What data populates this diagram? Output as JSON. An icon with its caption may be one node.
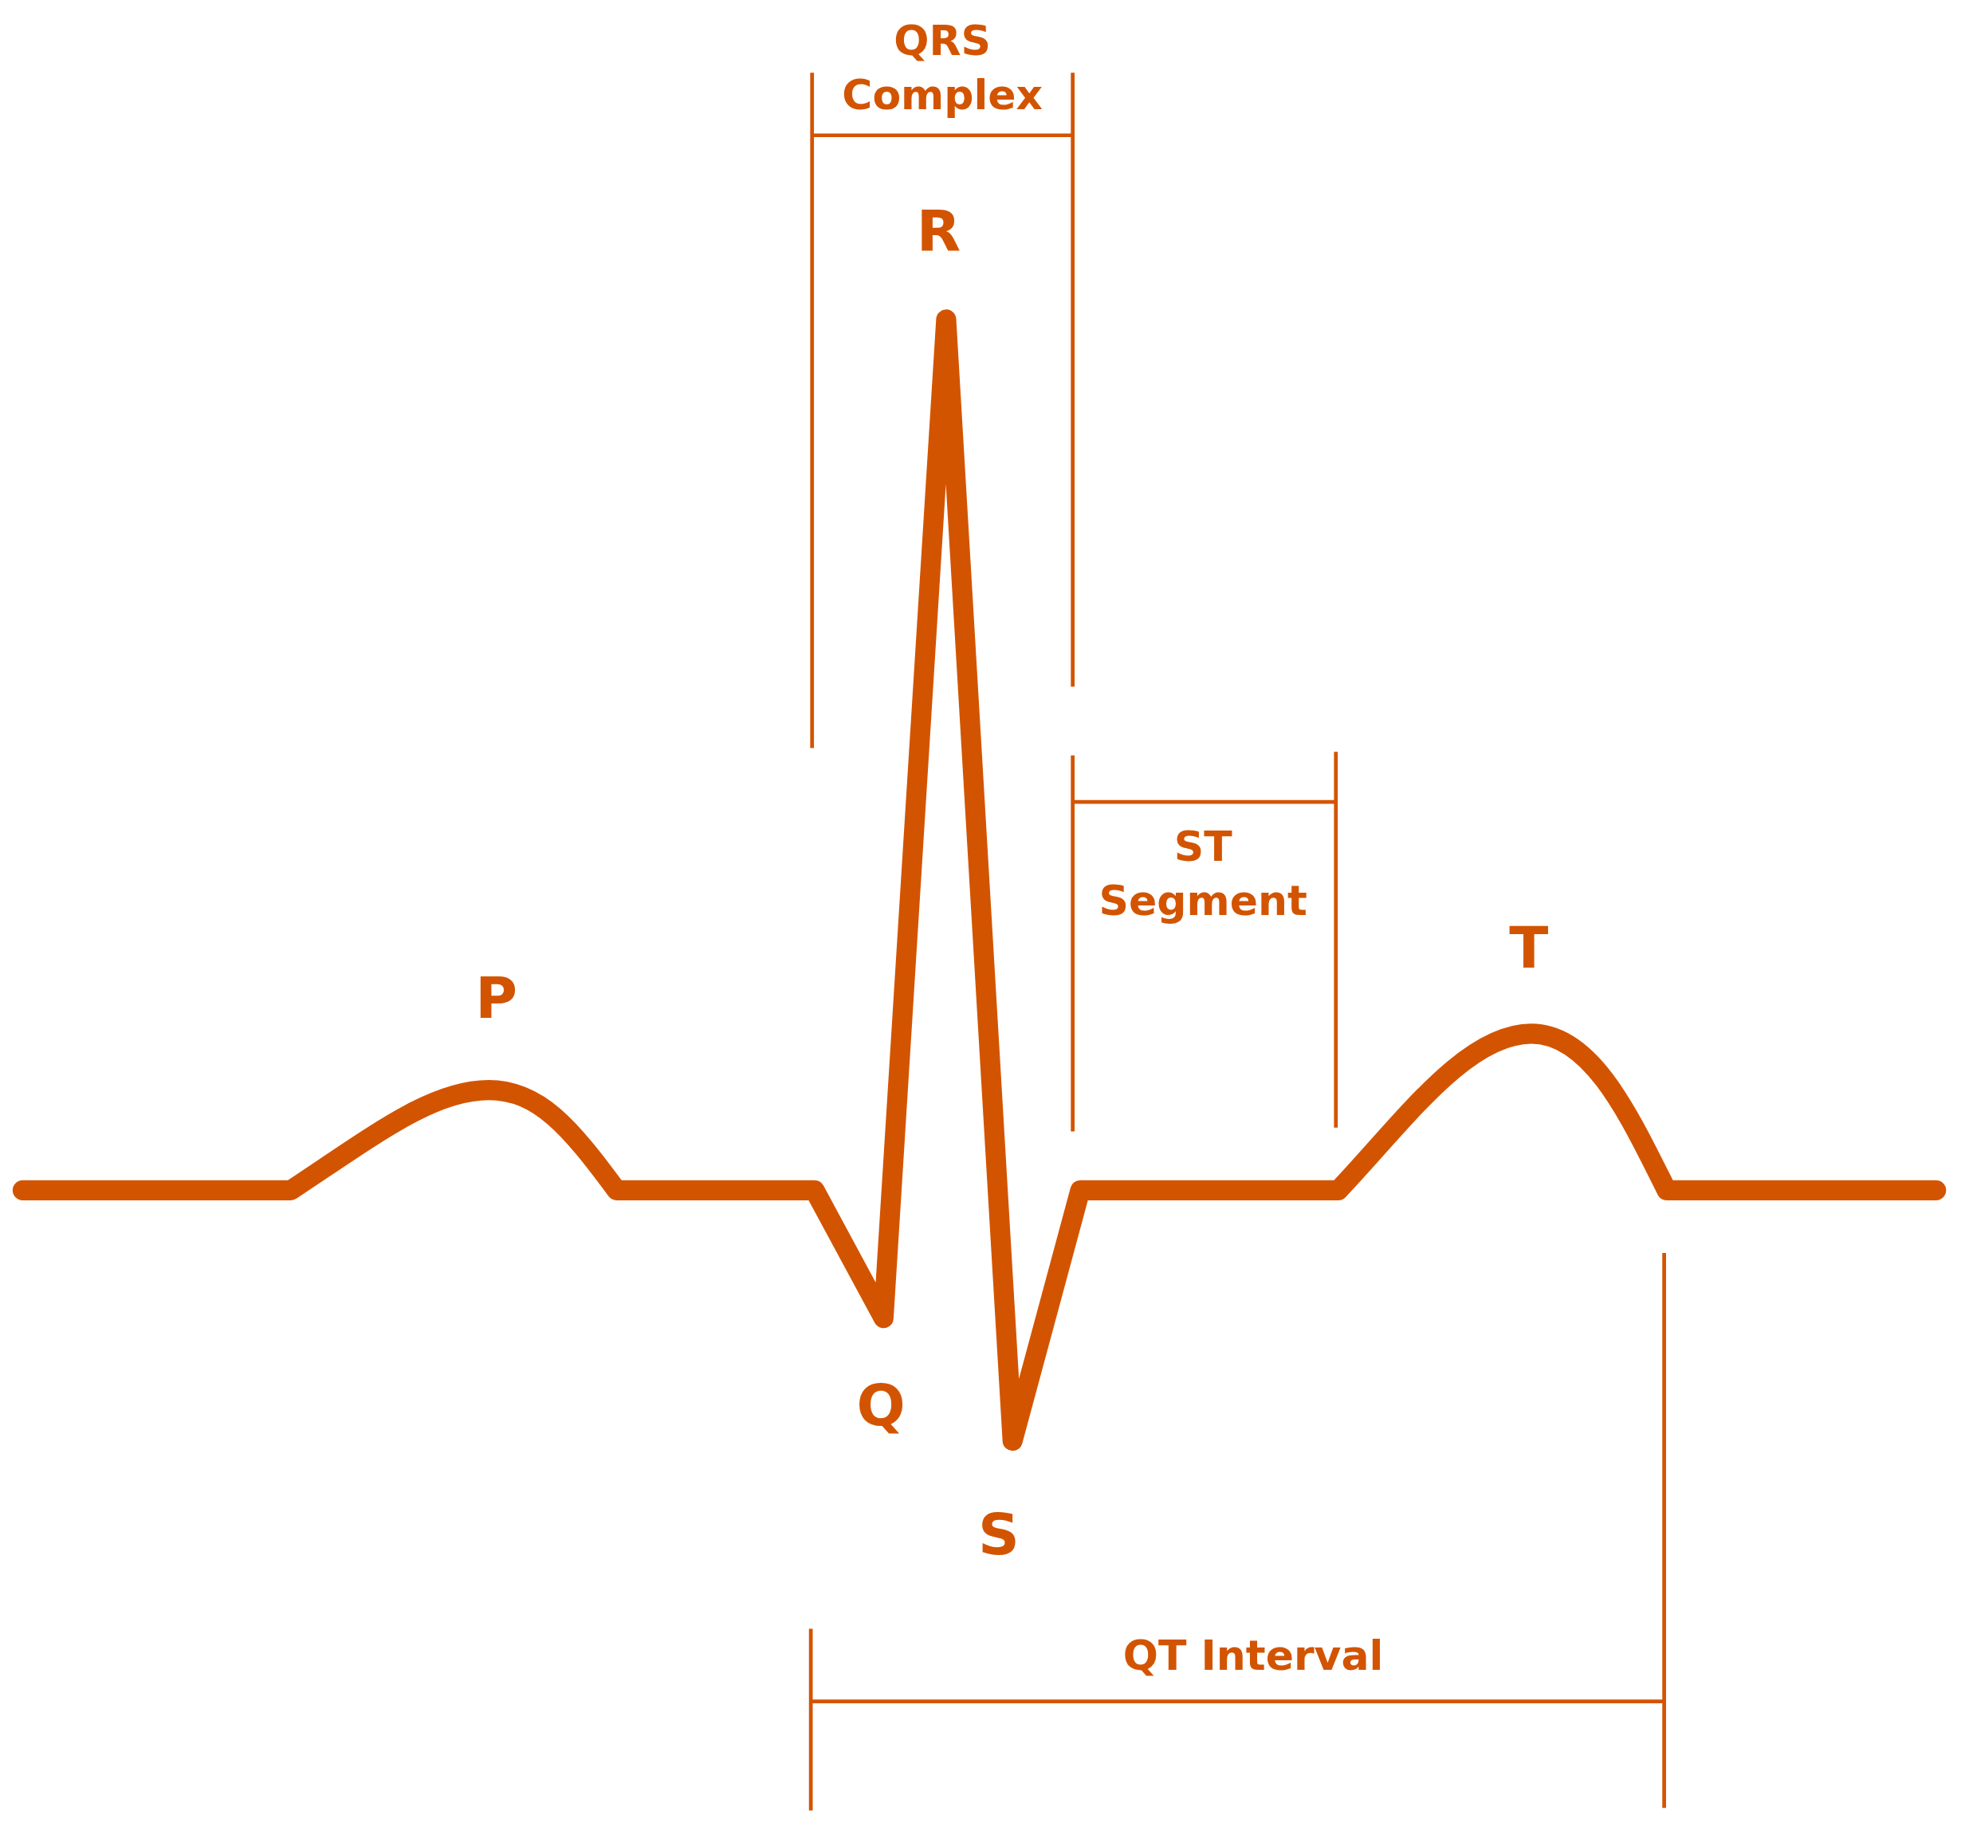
{
  "diagram": {
    "labels": [
      "QRS Complex",
      "R",
      "ST Segment",
      "T",
      "P",
      "Q",
      "S",
      "QT Interval"
    ]
  }
}
